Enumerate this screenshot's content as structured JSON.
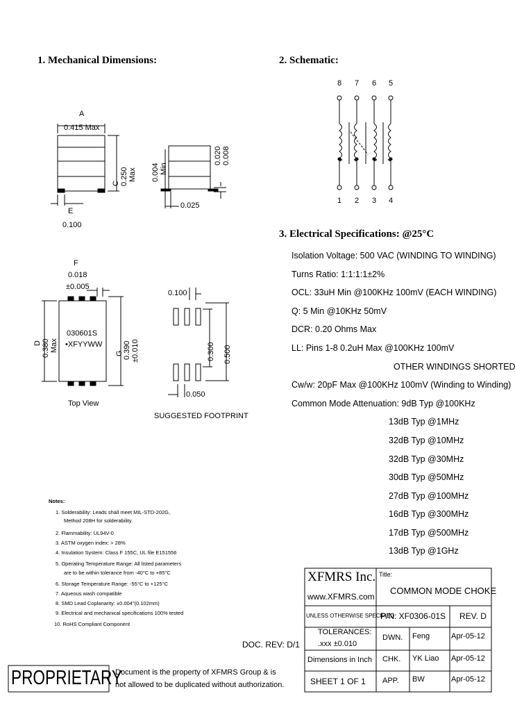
{
  "headings": {
    "mechanical": "1. Mechanical Dimensions:",
    "schematic": "2. Schematic:",
    "electrical": "3. Electrical Specifications: @25°C"
  },
  "mechanical": {
    "a_letter": "A",
    "a_value": "0.415 Max",
    "c_letter": "C",
    "c_value": "0.250",
    "c_max": "Max",
    "e_letter": "E",
    "e_value": "0.100",
    "min_004": "0.004",
    "min_label": "Min",
    "t_020": "0.020",
    "t_008": "0.008",
    "t_025": "0.025",
    "f_letter": "F",
    "f_value": "0.018",
    "f_tol": "±0.005",
    "d_letter": "D",
    "d_value": "0.380",
    "d_max": "Max",
    "g_letter": "G",
    "g_value": "0.390",
    "g_tol": "±0.010",
    "part_mark": "030601S",
    "date_mark": "•XFYYWW",
    "top_view": "Top View",
    "fp_100": "0.100",
    "fp_300": "0.300",
    "fp_500": "0.500",
    "fp_050": "0.050",
    "footprint_label": "SUGGESTED FOOTPRINT"
  },
  "schematic": {
    "top_pins": [
      "8",
      "7",
      "6",
      "5"
    ],
    "bottom_pins": [
      "1",
      "2",
      "3",
      "4"
    ]
  },
  "specs": [
    "Isolation Voltage: 500 VAC (WINDING TO WINDING)",
    "Turns Ratio: 1:1:1:1±2%",
    "OCL: 33uH Min @100KHz 100mV (EACH WINDING)",
    "Q: 5 Min @10KHz 50mV",
    "DCR: 0.20 Ohms Max",
    "LL: Pins 1-8 0.2uH Max @100KHz 100mV",
    "OTHER WINDINGS SHORTED",
    "Cw/w: 20pF Max @100KHz 100mV (Winding to Winding)",
    "Common Mode Attenuation: 9dB Typ @100KHz"
  ],
  "attenuation": [
    "13dB Typ @1MHz",
    "32dB Typ @10MHz",
    "32dB Typ @30MHz",
    "30dB Typ @50MHz",
    "27dB Typ @100MHz",
    "16dB Typ @300MHz",
    "17dB Typ @500MHz",
    "13dB Typ @1GHz"
  ],
  "notes": {
    "title": "Notes:",
    "items": [
      "1. Solderability: Leads shall meet MIL-STD-202G,",
      "Method 208H for solderability.",
      "2. Flammability: UL94V-0",
      "3. ASTM oxygen index: > 28%",
      "4. Insulation System: Class F 155C, UL file E151556",
      "5. Operating Temperature Range: All listed parameters",
      "are to be within tolerance from -40°C to +85°C",
      "6. Storage Temperature Range: -55°C to +125°C",
      "7. Aqueous wash compatible",
      "8. SMD Lead Coplanarity: ±0.004\"(0.102mm)",
      "9. Electrical and mechanical specifications 100% tested",
      "10. RoHS Compliant Component"
    ]
  },
  "doc_rev": "DOC. REV: D/1",
  "proprietary": "PROPRIETARY",
  "proprietary_text_1": "Document is the property of XFMRS Group & is",
  "proprietary_text_2": "not allowed to be duplicated without authorization.",
  "title_block": {
    "company": "XFMRS Inc.",
    "website": "www.XFMRS.com",
    "title_label": "Title:",
    "title": "COMMON MODE CHOKE",
    "unless": "UNLESS OTHERWISE SPECIFIED",
    "pn": "P/N: XF0306-01S",
    "rev": "REV. D",
    "tolerances": "TOLERANCES:",
    "tol_value": ".xxx ±0.010",
    "dimensions": "Dimensions in Inch",
    "sheet": "SHEET 1 OF 1",
    "rows": [
      {
        "role": "DWN.",
        "name": "Feng",
        "date": "Apr-05-12"
      },
      {
        "role": "CHK.",
        "name": "YK Liao",
        "date": "Apr-05-12"
      },
      {
        "role": "APP.",
        "name": "BW",
        "date": "Apr-05-12"
      }
    ]
  }
}
